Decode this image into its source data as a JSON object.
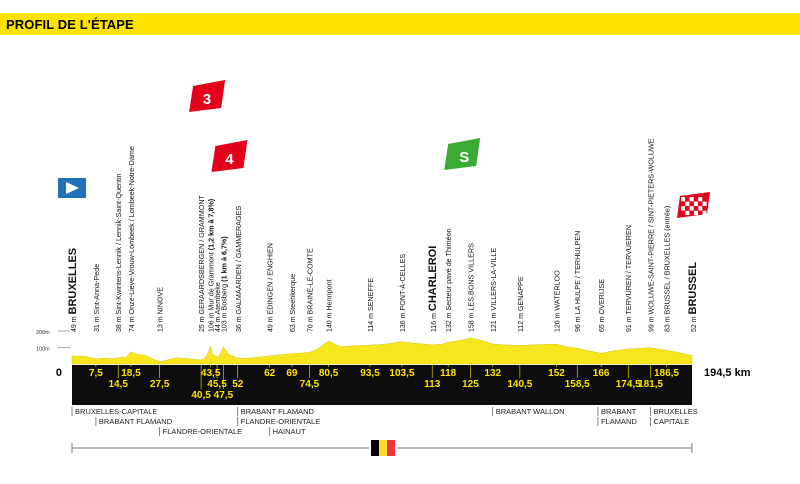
{
  "header": {
    "title": "PROFIL DE L'ÉTAPE"
  },
  "colors": {
    "accent_yellow": "#ffe300",
    "profile_yellow": "#f7e61e",
    "band_black": "#0d0d0d",
    "km_yellow": "#ffe300",
    "climb_red": "#e2001a",
    "sprint_green": "#3aaa35",
    "start_blue": "#1d71b8"
  },
  "icons": {
    "start": "start-flag-icon",
    "finish": "checkered-flag-icon",
    "climb": "climb-category-icon",
    "sprint": "sprint-icon",
    "flag": "belgium-flag-icon"
  },
  "chart_data": {
    "type": "area",
    "title": "PROFIL DE L'ÉTAPE",
    "x_unit": "km",
    "y_unit": "m",
    "xlim": [
      0,
      194.5
    ],
    "y_tick_labels": [
      "200m",
      "100m"
    ],
    "y_ticks": [
      200,
      100
    ],
    "start_label": "0",
    "end_label": "194,5 km",
    "profile": [
      [
        0,
        49
      ],
      [
        3,
        48
      ],
      [
        5,
        43
      ],
      [
        7.5,
        31
      ],
      [
        10,
        35
      ],
      [
        13,
        32
      ],
      [
        14.5,
        38
      ],
      [
        17,
        40
      ],
      [
        18.5,
        74
      ],
      [
        20,
        60
      ],
      [
        23,
        52
      ],
      [
        27.5,
        13
      ],
      [
        30,
        25
      ],
      [
        33,
        38
      ],
      [
        36,
        33
      ],
      [
        40.5,
        25
      ],
      [
        42,
        40
      ],
      [
        43.5,
        106
      ],
      [
        44,
        60
      ],
      [
        45.5,
        44
      ],
      [
        46,
        42
      ],
      [
        47.5,
        103
      ],
      [
        49,
        60
      ],
      [
        52,
        36
      ],
      [
        55,
        35
      ],
      [
        58,
        40
      ],
      [
        62,
        49
      ],
      [
        65,
        55
      ],
      [
        69,
        63
      ],
      [
        72,
        66
      ],
      [
        74.5,
        70
      ],
      [
        77,
        90
      ],
      [
        80.5,
        140
      ],
      [
        84,
        105
      ],
      [
        88,
        110
      ],
      [
        93.5,
        114
      ],
      [
        97,
        118
      ],
      [
        100,
        125
      ],
      [
        103.5,
        136
      ],
      [
        106,
        128
      ],
      [
        110,
        122
      ],
      [
        113,
        116
      ],
      [
        116,
        120
      ],
      [
        118,
        132
      ],
      [
        121,
        140
      ],
      [
        125,
        158
      ],
      [
        128,
        145
      ],
      [
        132,
        121
      ],
      [
        136,
        115
      ],
      [
        140.5,
        112
      ],
      [
        144,
        116
      ],
      [
        148,
        118
      ],
      [
        152,
        120
      ],
      [
        155,
        105
      ],
      [
        158.5,
        96
      ],
      [
        162,
        80
      ],
      [
        166,
        65
      ],
      [
        170,
        80
      ],
      [
        174.5,
        91
      ],
      [
        178,
        95
      ],
      [
        181.5,
        99
      ],
      [
        184,
        90
      ],
      [
        186.5,
        83
      ],
      [
        190,
        70
      ],
      [
        194.5,
        52
      ]
    ],
    "km_marks_top": [
      7.5,
      18.5,
      43.5,
      62,
      69,
      80.5,
      93.5,
      103.5,
      118,
      132,
      152,
      166,
      186.5
    ],
    "km_labels_top": [
      "7,5",
      "18,5",
      "43,5",
      "62",
      "69",
      "80,5",
      "93,5",
      "103,5",
      "118",
      "132",
      "152",
      "166",
      "186,5"
    ],
    "km_marks_mid": [
      14.5,
      27.5,
      45.5,
      52,
      74.5,
      113,
      125,
      140.5,
      158.5,
      174.5,
      181.5
    ],
    "km_labels_mid": [
      "14,5",
      "27,5",
      "45,5",
      "52",
      "74,5",
      "113",
      "125",
      "140,5",
      "158,5",
      "174,5",
      "181,5"
    ],
    "km_marks_low": [
      40.5,
      47.5
    ],
    "km_labels_low": [
      "40,5",
      "47,5"
    ],
    "places": [
      {
        "km": 0,
        "label": "BRUXELLES",
        "alt": "49 m",
        "major": true
      },
      {
        "km": 7.5,
        "label": "Sint-Anna-Pede",
        "alt": "31 m"
      },
      {
        "km": 14.5,
        "label": "Sint-Kwintens-Lennik / Lennik-Saint-Quentin",
        "alt": "38 m"
      },
      {
        "km": 18.5,
        "label": "Onze-Lieve-Vrouw-Lombeek / Lombeek-Notre-Dame",
        "alt": "74 m"
      },
      {
        "km": 27.5,
        "label": "NINOVE",
        "alt": "13 m"
      },
      {
        "km": 40.5,
        "label": "GERAARDSBERGEN / GRAMMONT",
        "alt": "25 m"
      },
      {
        "km": 43.5,
        "label": "Mur de Grammont",
        "suffix": " (1,2 km à 7,8%)",
        "alt": "106 m"
      },
      {
        "km": 45.5,
        "label": "Atembeke",
        "alt": "44 m"
      },
      {
        "km": 47.5,
        "label": "Bosberg",
        "suffix": " (1 km à 6,7%)",
        "alt": "103 m"
      },
      {
        "km": 52,
        "label": "GALMAARDEN / GAMMERAGES",
        "alt": "36 m"
      },
      {
        "km": 62,
        "label": "EDINGEN / ENGHIEN",
        "alt": "49 m"
      },
      {
        "km": 69,
        "label": "Steenkerque",
        "alt": "63 m"
      },
      {
        "km": 74.5,
        "label": "BRAINE-LE-COMTE",
        "alt": "70 m"
      },
      {
        "km": 80.5,
        "label": "Henripont",
        "alt": "140 m"
      },
      {
        "km": 93.5,
        "label": "SENEFFE",
        "alt": "114 m"
      },
      {
        "km": 103.5,
        "label": "PONT-À-CELLES",
        "alt": "136 m"
      },
      {
        "km": 113,
        "label": "CHARLEROI",
        "alt": "116 m",
        "major": true
      },
      {
        "km": 118,
        "label": "Secteur pavé de Thiméon",
        "alt": "132 m"
      },
      {
        "km": 125,
        "label": "LES BONS VILLERS",
        "alt": "158 m"
      },
      {
        "km": 132,
        "label": "VILLERS-LA-VILLE",
        "alt": "121 m"
      },
      {
        "km": 140.5,
        "label": "GENAPPE",
        "alt": "112 m"
      },
      {
        "km": 152,
        "label": "WATERLOO",
        "alt": "120 m"
      },
      {
        "km": 158.5,
        "label": "LA HULPE / TERHULPEN",
        "alt": "96 m"
      },
      {
        "km": 166,
        "label": "OVERIJSE",
        "alt": "65 m"
      },
      {
        "km": 174.5,
        "label": "TERVUREN / TERVUEREN",
        "alt": "91 m"
      },
      {
        "km": 181.5,
        "label": "WOLUWE-SAINT-PIERRE / SINT-PIETERS-WOLUWE",
        "alt": "99 m"
      },
      {
        "km": 186.5,
        "label": "BRUSSEL / BRUXELLES (entrée)",
        "alt": "83 m"
      },
      {
        "km": 194.5,
        "label": "BRUSSEL",
        "alt": "52 m",
        "major": true
      }
    ],
    "markers": [
      {
        "km": 0,
        "type": "start"
      },
      {
        "km": 40.5,
        "type": "climb",
        "text": "3"
      },
      {
        "km": 47.5,
        "type": "climb",
        "text": "4"
      },
      {
        "km": 113,
        "type": "sprint",
        "text": "S"
      },
      {
        "km": 194.5,
        "type": "finish"
      }
    ],
    "regions": [
      {
        "label": "BRUXELLES-CAPITALE",
        "km": 0,
        "row": 0
      },
      {
        "label": "BRABANT FLAMAND",
        "km": 7.5,
        "row": 1
      },
      {
        "label": "FLANDRE-ORIENTALE",
        "km": 27.5,
        "row": 2
      },
      {
        "label": "BRABANT FLAMAND",
        "km": 52,
        "row": 0
      },
      {
        "label": "FLANDRE-ORIENTALE",
        "km": 52,
        "row": 1
      },
      {
        "label": "HAINAUT",
        "km": 62,
        "row": 2
      },
      {
        "label": "BRABANT WALLON",
        "km": 132,
        "row": 0
      },
      {
        "label": "BRABANT",
        "km": 165,
        "row": 0
      },
      {
        "label": "FLAMAND",
        "km": 165,
        "row": 1
      },
      {
        "label": "BRUXELLES",
        "km": 181.5,
        "row": 0
      },
      {
        "label": "CAPITALE",
        "km": 181.5,
        "row": 1
      }
    ],
    "country_flag": "belgium-flag-icon"
  }
}
